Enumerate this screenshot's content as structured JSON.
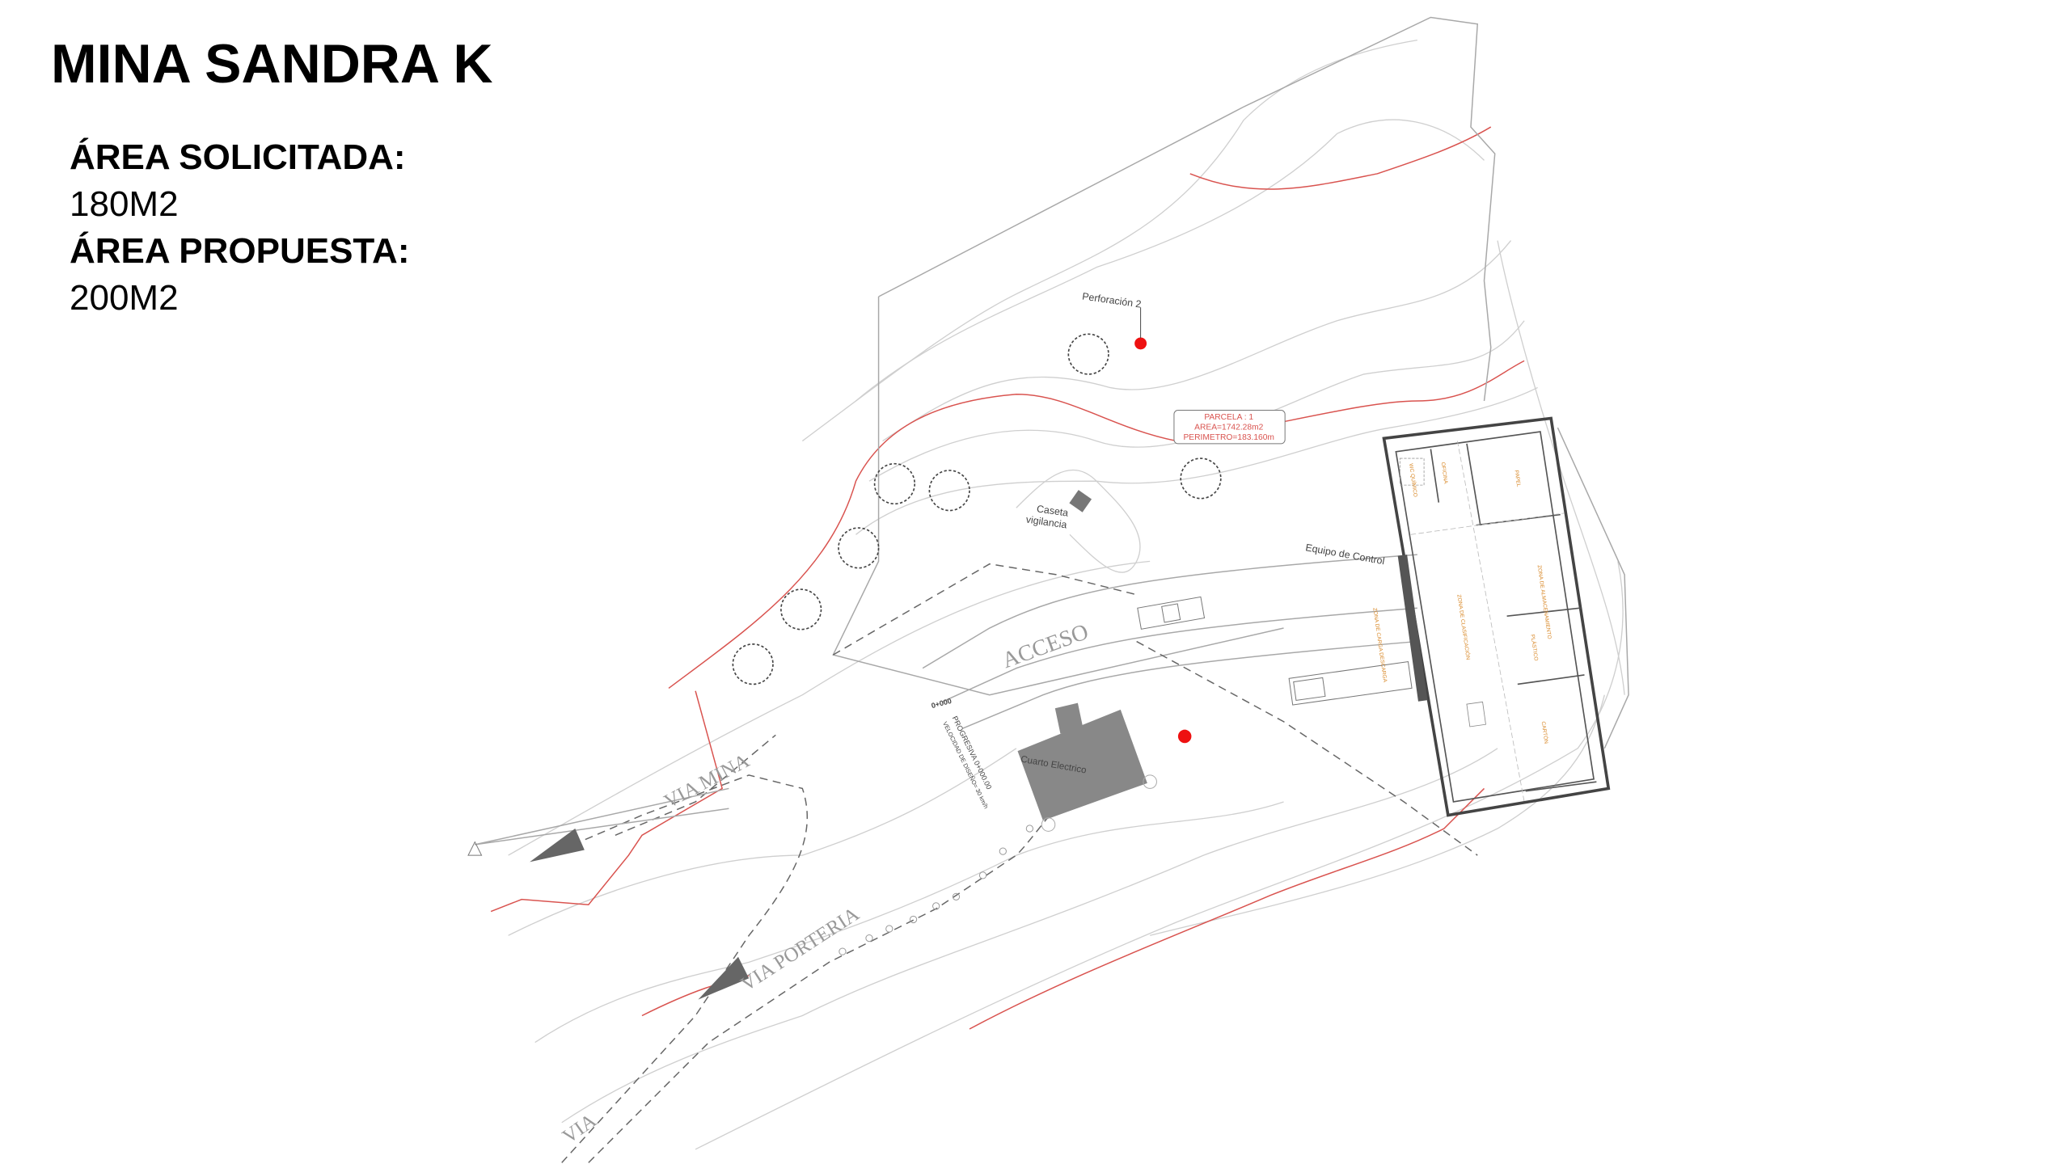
{
  "title": "MINA SANDRA K",
  "info": {
    "requested_label": "ÁREA SOLICITADA:",
    "requested_value": "180M2",
    "proposed_label": "ÁREA PROPUESTA:",
    "proposed_value": "200M2"
  },
  "plan": {
    "perforation_label": "Perforación 2",
    "parcel": {
      "name": "PARCELA : 1",
      "area": "AREA=1742.28m2",
      "perimeter": "PERIMETRO=183.160m"
    },
    "guard_house": [
      "Caseta",
      "vigilancia"
    ],
    "control_equipment": "Equipo de Control",
    "access": "ACCESO",
    "electrical_room": "Cuarto Electrico",
    "chainage": "0+000",
    "progressive": "PROGRESIVA 0+000.00",
    "design_speed": "VELOCIDAD DE DISEÑO= 30 km/h",
    "roads": {
      "mine": "VIA MINA",
      "gate": "VIA PORTERIA",
      "via": "VIA"
    },
    "zones": {
      "loading": "ZONA DE CARGA DESCARGA",
      "sorting": "ZONA DE CLASIFICACIÓN",
      "storage": "ZONA DE ALMACENAMIENTO",
      "office": "OFICINA",
      "wc": "WC QUÍMICO",
      "plastic": "PLÁSTICO",
      "paper": "PAPEL",
      "cardboard": "CARTÓN"
    },
    "colors": {
      "boundary_red": "#d9534f",
      "marker_red": "#ee1111",
      "zone_orange": "#d98a2b"
    }
  }
}
